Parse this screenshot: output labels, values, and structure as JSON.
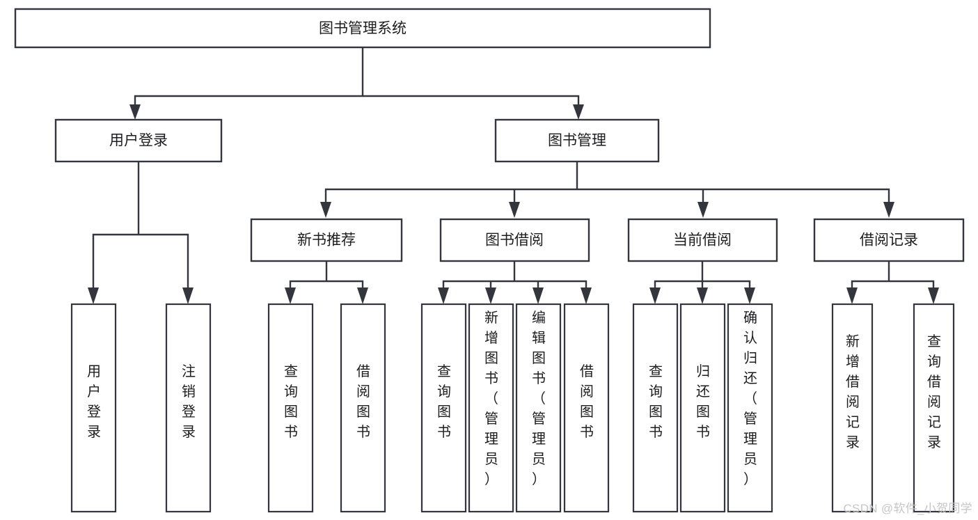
{
  "diagram": {
    "type": "tree-hierarchy",
    "title": "图书管理系统",
    "watermark": "CSDN @软件_小贺同学",
    "colors": {
      "stroke": "#33363d",
      "fill": "#ffffff",
      "text": "#1d1d1f",
      "watermark": "#c6c6c6"
    },
    "levels": {
      "root": "图书管理系统",
      "level2": [
        "用户登录",
        "图书管理"
      ],
      "level3": [
        "新书推荐",
        "图书借阅",
        "当前借阅",
        "借阅记录"
      ]
    },
    "nodes": {
      "root": {
        "label": "图书管理系统",
        "orientation": "horizontal"
      },
      "user_login": {
        "label": "用户登录",
        "orientation": "horizontal"
      },
      "book_manage": {
        "label": "图书管理",
        "orientation": "horizontal"
      },
      "new_book_rec": {
        "label": "新书推荐",
        "orientation": "horizontal"
      },
      "book_borrow": {
        "label": "图书借阅",
        "orientation": "horizontal"
      },
      "current_borrow": {
        "label": "当前借阅",
        "orientation": "horizontal"
      },
      "borrow_record": {
        "label": "借阅记录",
        "orientation": "horizontal"
      },
      "leaf_user_login": {
        "label": "用户登录",
        "orientation": "vertical",
        "chars": [
          "用",
          "户",
          "登",
          "录"
        ]
      },
      "leaf_logout": {
        "label": "注销登录",
        "orientation": "vertical",
        "chars": [
          "注",
          "销",
          "登",
          "录"
        ]
      },
      "leaf_query_book_1": {
        "label": "查询图书",
        "orientation": "vertical",
        "chars": [
          "查",
          "询",
          "图",
          "书"
        ]
      },
      "leaf_borrow_book_1": {
        "label": "借阅图书",
        "orientation": "vertical",
        "chars": [
          "借",
          "阅",
          "图",
          "书"
        ]
      },
      "leaf_query_book_2": {
        "label": "查询图书",
        "orientation": "vertical",
        "chars": [
          "查",
          "询",
          "图",
          "书"
        ]
      },
      "leaf_add_book": {
        "label": "新增图书（管理员）",
        "orientation": "vertical",
        "chars": [
          "新",
          "增",
          "图",
          "书",
          "（",
          "管",
          "理",
          "员",
          "）"
        ]
      },
      "leaf_edit_book": {
        "label": "编辑图书（管理员）",
        "orientation": "vertical",
        "chars": [
          "编",
          "辑",
          "图",
          "书",
          "（",
          "管",
          "理",
          "员",
          "）"
        ]
      },
      "leaf_borrow_book_2": {
        "label": "借阅图书",
        "orientation": "vertical",
        "chars": [
          "借",
          "阅",
          "图",
          "书"
        ]
      },
      "leaf_query_book_3": {
        "label": "查询图书",
        "orientation": "vertical",
        "chars": [
          "查",
          "询",
          "图",
          "书"
        ]
      },
      "leaf_return_book": {
        "label": "归还图书",
        "orientation": "vertical",
        "chars": [
          "归",
          "还",
          "图",
          "书"
        ]
      },
      "leaf_confirm_return": {
        "label": "确认归还（管理员）",
        "orientation": "vertical",
        "chars": [
          "确",
          "认",
          "归",
          "还",
          "（",
          "管",
          "理",
          "员",
          "）"
        ]
      },
      "leaf_add_record": {
        "label": "新增借阅记录",
        "orientation": "vertical",
        "chars": [
          "新",
          "增",
          "借",
          "阅",
          "记",
          "录"
        ]
      },
      "leaf_query_record": {
        "label": "查询借阅记录",
        "orientation": "vertical",
        "chars": [
          "查",
          "询",
          "借",
          "阅",
          "记",
          "录"
        ]
      }
    },
    "edges": [
      {
        "from": "root",
        "to": "user_login"
      },
      {
        "from": "root",
        "to": "book_manage"
      },
      {
        "from": "user_login",
        "to": "leaf_user_login"
      },
      {
        "from": "user_login",
        "to": "leaf_logout"
      },
      {
        "from": "book_manage",
        "to": "new_book_rec"
      },
      {
        "from": "book_manage",
        "to": "book_borrow"
      },
      {
        "from": "book_manage",
        "to": "current_borrow"
      },
      {
        "from": "book_manage",
        "to": "borrow_record"
      },
      {
        "from": "new_book_rec",
        "to": "leaf_query_book_1"
      },
      {
        "from": "new_book_rec",
        "to": "leaf_borrow_book_1"
      },
      {
        "from": "book_borrow",
        "to": "leaf_query_book_2"
      },
      {
        "from": "book_borrow",
        "to": "leaf_add_book"
      },
      {
        "from": "book_borrow",
        "to": "leaf_edit_book"
      },
      {
        "from": "book_borrow",
        "to": "leaf_borrow_book_2"
      },
      {
        "from": "current_borrow",
        "to": "leaf_query_book_3"
      },
      {
        "from": "current_borrow",
        "to": "leaf_return_book"
      },
      {
        "from": "current_borrow",
        "to": "leaf_confirm_return"
      },
      {
        "from": "borrow_record",
        "to": "leaf_add_record"
      },
      {
        "from": "borrow_record",
        "to": "leaf_query_record"
      }
    ]
  }
}
